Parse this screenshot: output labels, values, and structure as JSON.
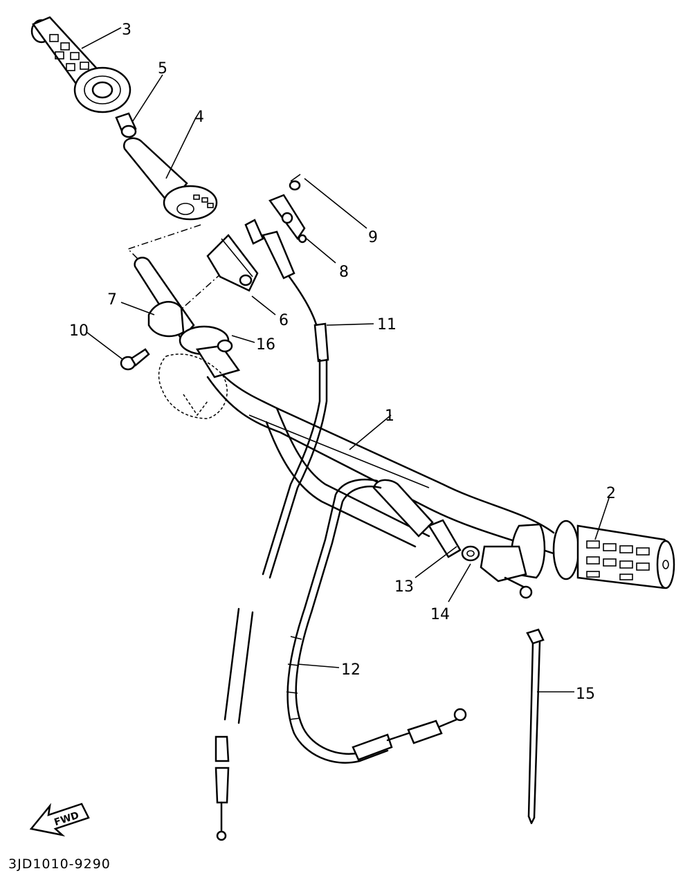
{
  "diagram": {
    "code": "3JD1010-9290",
    "fwd_label": "FWD",
    "callouts": [
      "1",
      "2",
      "3",
      "4",
      "5",
      "6",
      "7",
      "8",
      "9",
      "10",
      "11",
      "12",
      "13",
      "14",
      "15",
      "16"
    ]
  }
}
